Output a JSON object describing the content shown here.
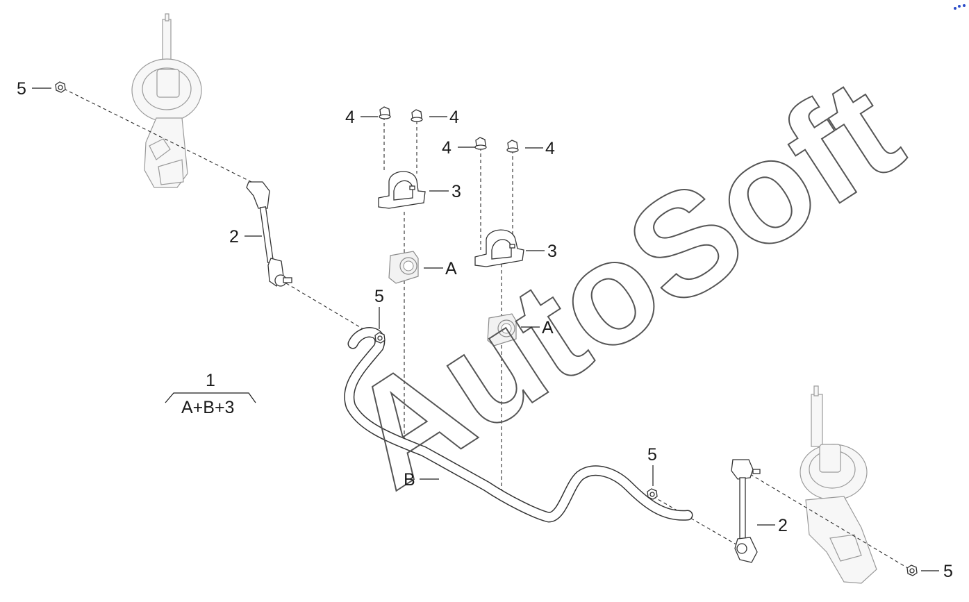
{
  "watermark": "AutoSoft",
  "kit": {
    "label": "1",
    "contents": "A+B+3"
  },
  "callouts": {
    "nut_top_left": "5",
    "link_left": "2",
    "nut_link_left": "5",
    "bolt_1": "4",
    "bolt_2": "4",
    "bolt_3": "4",
    "bolt_4": "4",
    "clamp_left": "3",
    "clamp_right": "3",
    "bushing_left": "A",
    "bushing_right": "A",
    "stabilizer_bar": "B",
    "nut_bar_right": "5",
    "link_right": "2",
    "nut_bottom_right": "5"
  }
}
